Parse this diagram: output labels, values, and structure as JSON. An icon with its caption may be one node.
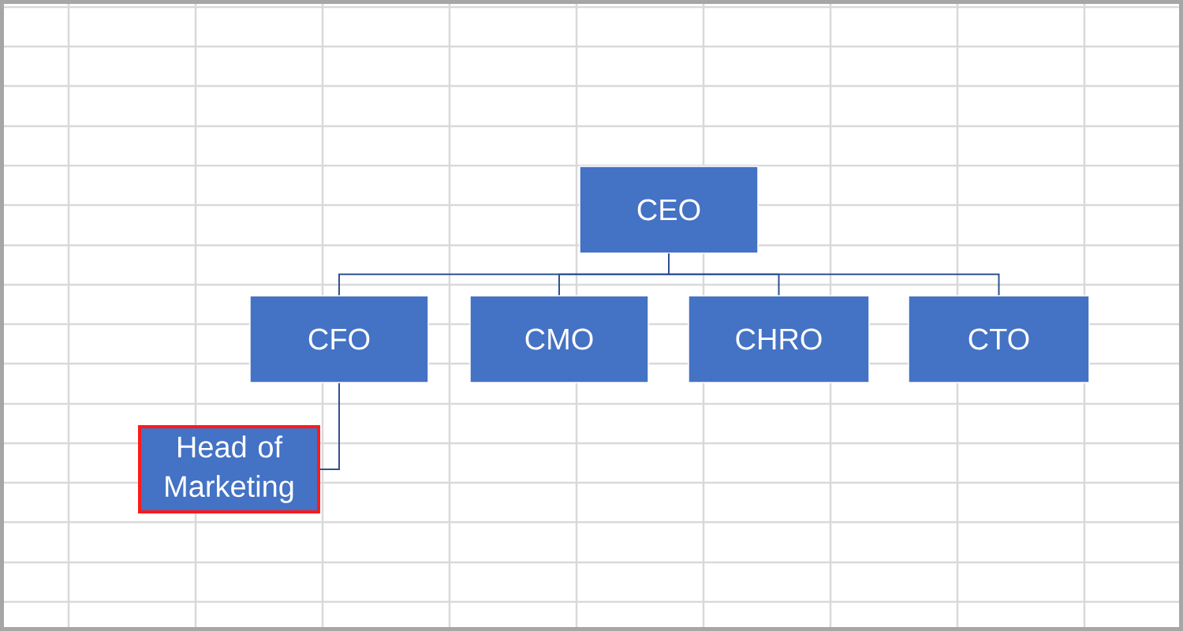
{
  "diagram": {
    "nodes": [
      {
        "text": [
          "CEO"
        ]
      },
      {
        "text": [
          "CFO"
        ]
      },
      {
        "text": [
          "CMO"
        ]
      },
      {
        "text": [
          "CHRO"
        ]
      },
      {
        "text": [
          "CTO"
        ]
      },
      {
        "text": [
          "Head of Marketing"
        ]
      }
    ],
    "edges": [
      {
        "from": 0,
        "to": 1,
        "arrow": "none"
      },
      {
        "from": 0,
        "to": 2,
        "arrow": "none"
      },
      {
        "from": 0,
        "to": 3,
        "arrow": "none"
      },
      {
        "from": 0,
        "to": 4,
        "arrow": "none"
      },
      {
        "from": 1,
        "to": 5,
        "arrow": "none"
      }
    ]
  }
}
